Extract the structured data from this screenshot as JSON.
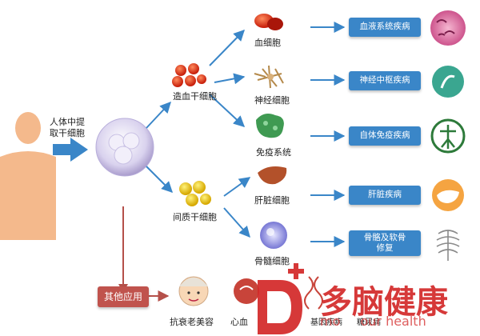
{
  "source": {
    "label_line1": "人体中提",
    "label_line2": "取干细胞"
  },
  "branches": {
    "hematopoietic": "造血干细胞",
    "mesenchymal": "间质干细胞"
  },
  "cells": {
    "blood": "血细胞",
    "nerve": "神经细胞",
    "immune": "免疫系统",
    "liver": "肝脏细胞",
    "bone": "骨髓细胞"
  },
  "diseases": {
    "blood": "血液系统疾病",
    "nerve": "神经中枢疾病",
    "immune": "自体免疫疾病",
    "liver": "肝脏疾病",
    "bone_line1": "骨骼及软骨",
    "bone_line2": "修复"
  },
  "other": {
    "label": "其他应用",
    "antiaging": "抗衰老美容",
    "heart_partial": "心血",
    "gene": "基因疾病",
    "extra_partial": "糖尿病"
  },
  "watermark": {
    "brand": "多脑健康",
    "sub_partial": "mo",
    "sub_tail": "our health"
  },
  "colors": {
    "arrow": "#3a86c8",
    "box": "#3a86c8",
    "red_box": "#c0534d",
    "red_arrow": "#b5504a",
    "brand": "#d32828"
  }
}
